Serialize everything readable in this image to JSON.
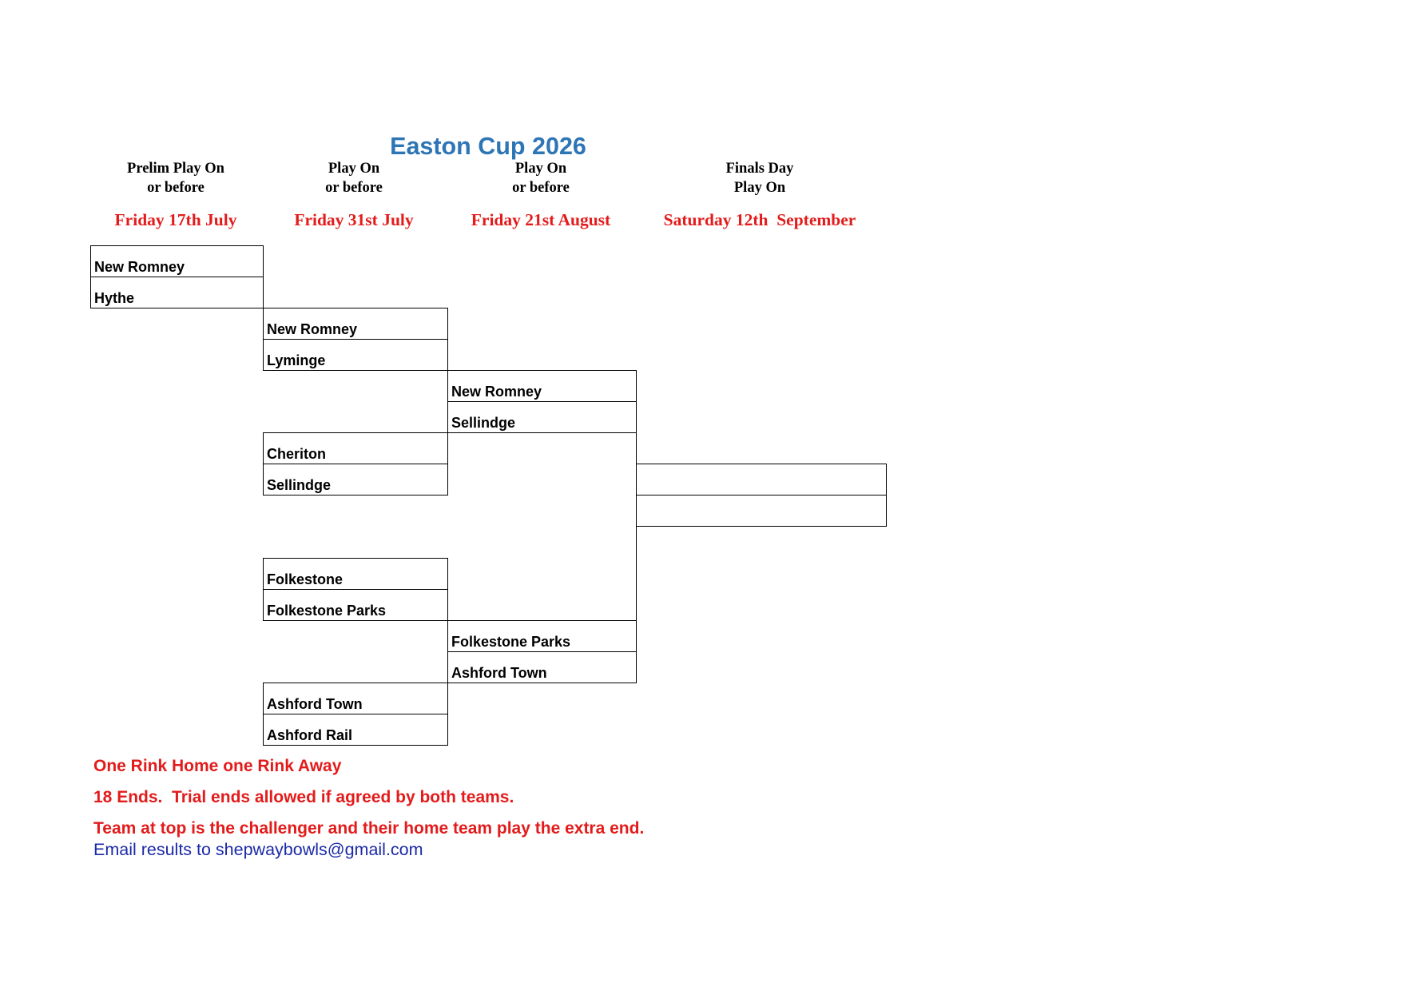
{
  "title": "Easton Cup 2026",
  "columns": [
    {
      "line1": "Prelim Play On",
      "line2": "or before",
      "date": "Friday 17th July"
    },
    {
      "line1": "Play On",
      "line2": "or before",
      "date": "Friday 31st July"
    },
    {
      "line1": "Play On",
      "line2": "or before",
      "date": "Friday 21st August"
    },
    {
      "line1": "Finals Day",
      "line2": "Play On",
      "date": "Saturday 12th  September"
    }
  ],
  "rounds": [
    {
      "matches": [
        {
          "top": "New Romney",
          "bottom": "Hythe"
        }
      ]
    },
    {
      "matches": [
        {
          "top": "New Romney",
          "bottom": "Lyminge"
        },
        {
          "top": "Cheriton",
          "bottom": "Sellindge"
        },
        {
          "top": "Folkestone",
          "bottom": "Folkestone Parks"
        },
        {
          "top": "Ashford Town",
          "bottom": "Ashford Rail"
        }
      ]
    },
    {
      "matches": [
        {
          "top": "New Romney",
          "bottom": "Sellindge"
        },
        {
          "top": "Folkestone Parks",
          "bottom": "Ashford Town"
        }
      ]
    },
    {
      "matches": [
        {
          "top": "",
          "bottom": ""
        }
      ]
    }
  ],
  "notes": [
    "One Rink Home one Rink Away",
    "18 Ends.  Trial ends allowed if agreed by both teams.",
    "Team at top is the challenger and their home team play the extra end."
  ],
  "email": "Email results to shepwaybowls@gmail.com",
  "colors": {
    "title": "#2E75B6",
    "red": "#E31B1B",
    "email": "#1B2AA8"
  }
}
